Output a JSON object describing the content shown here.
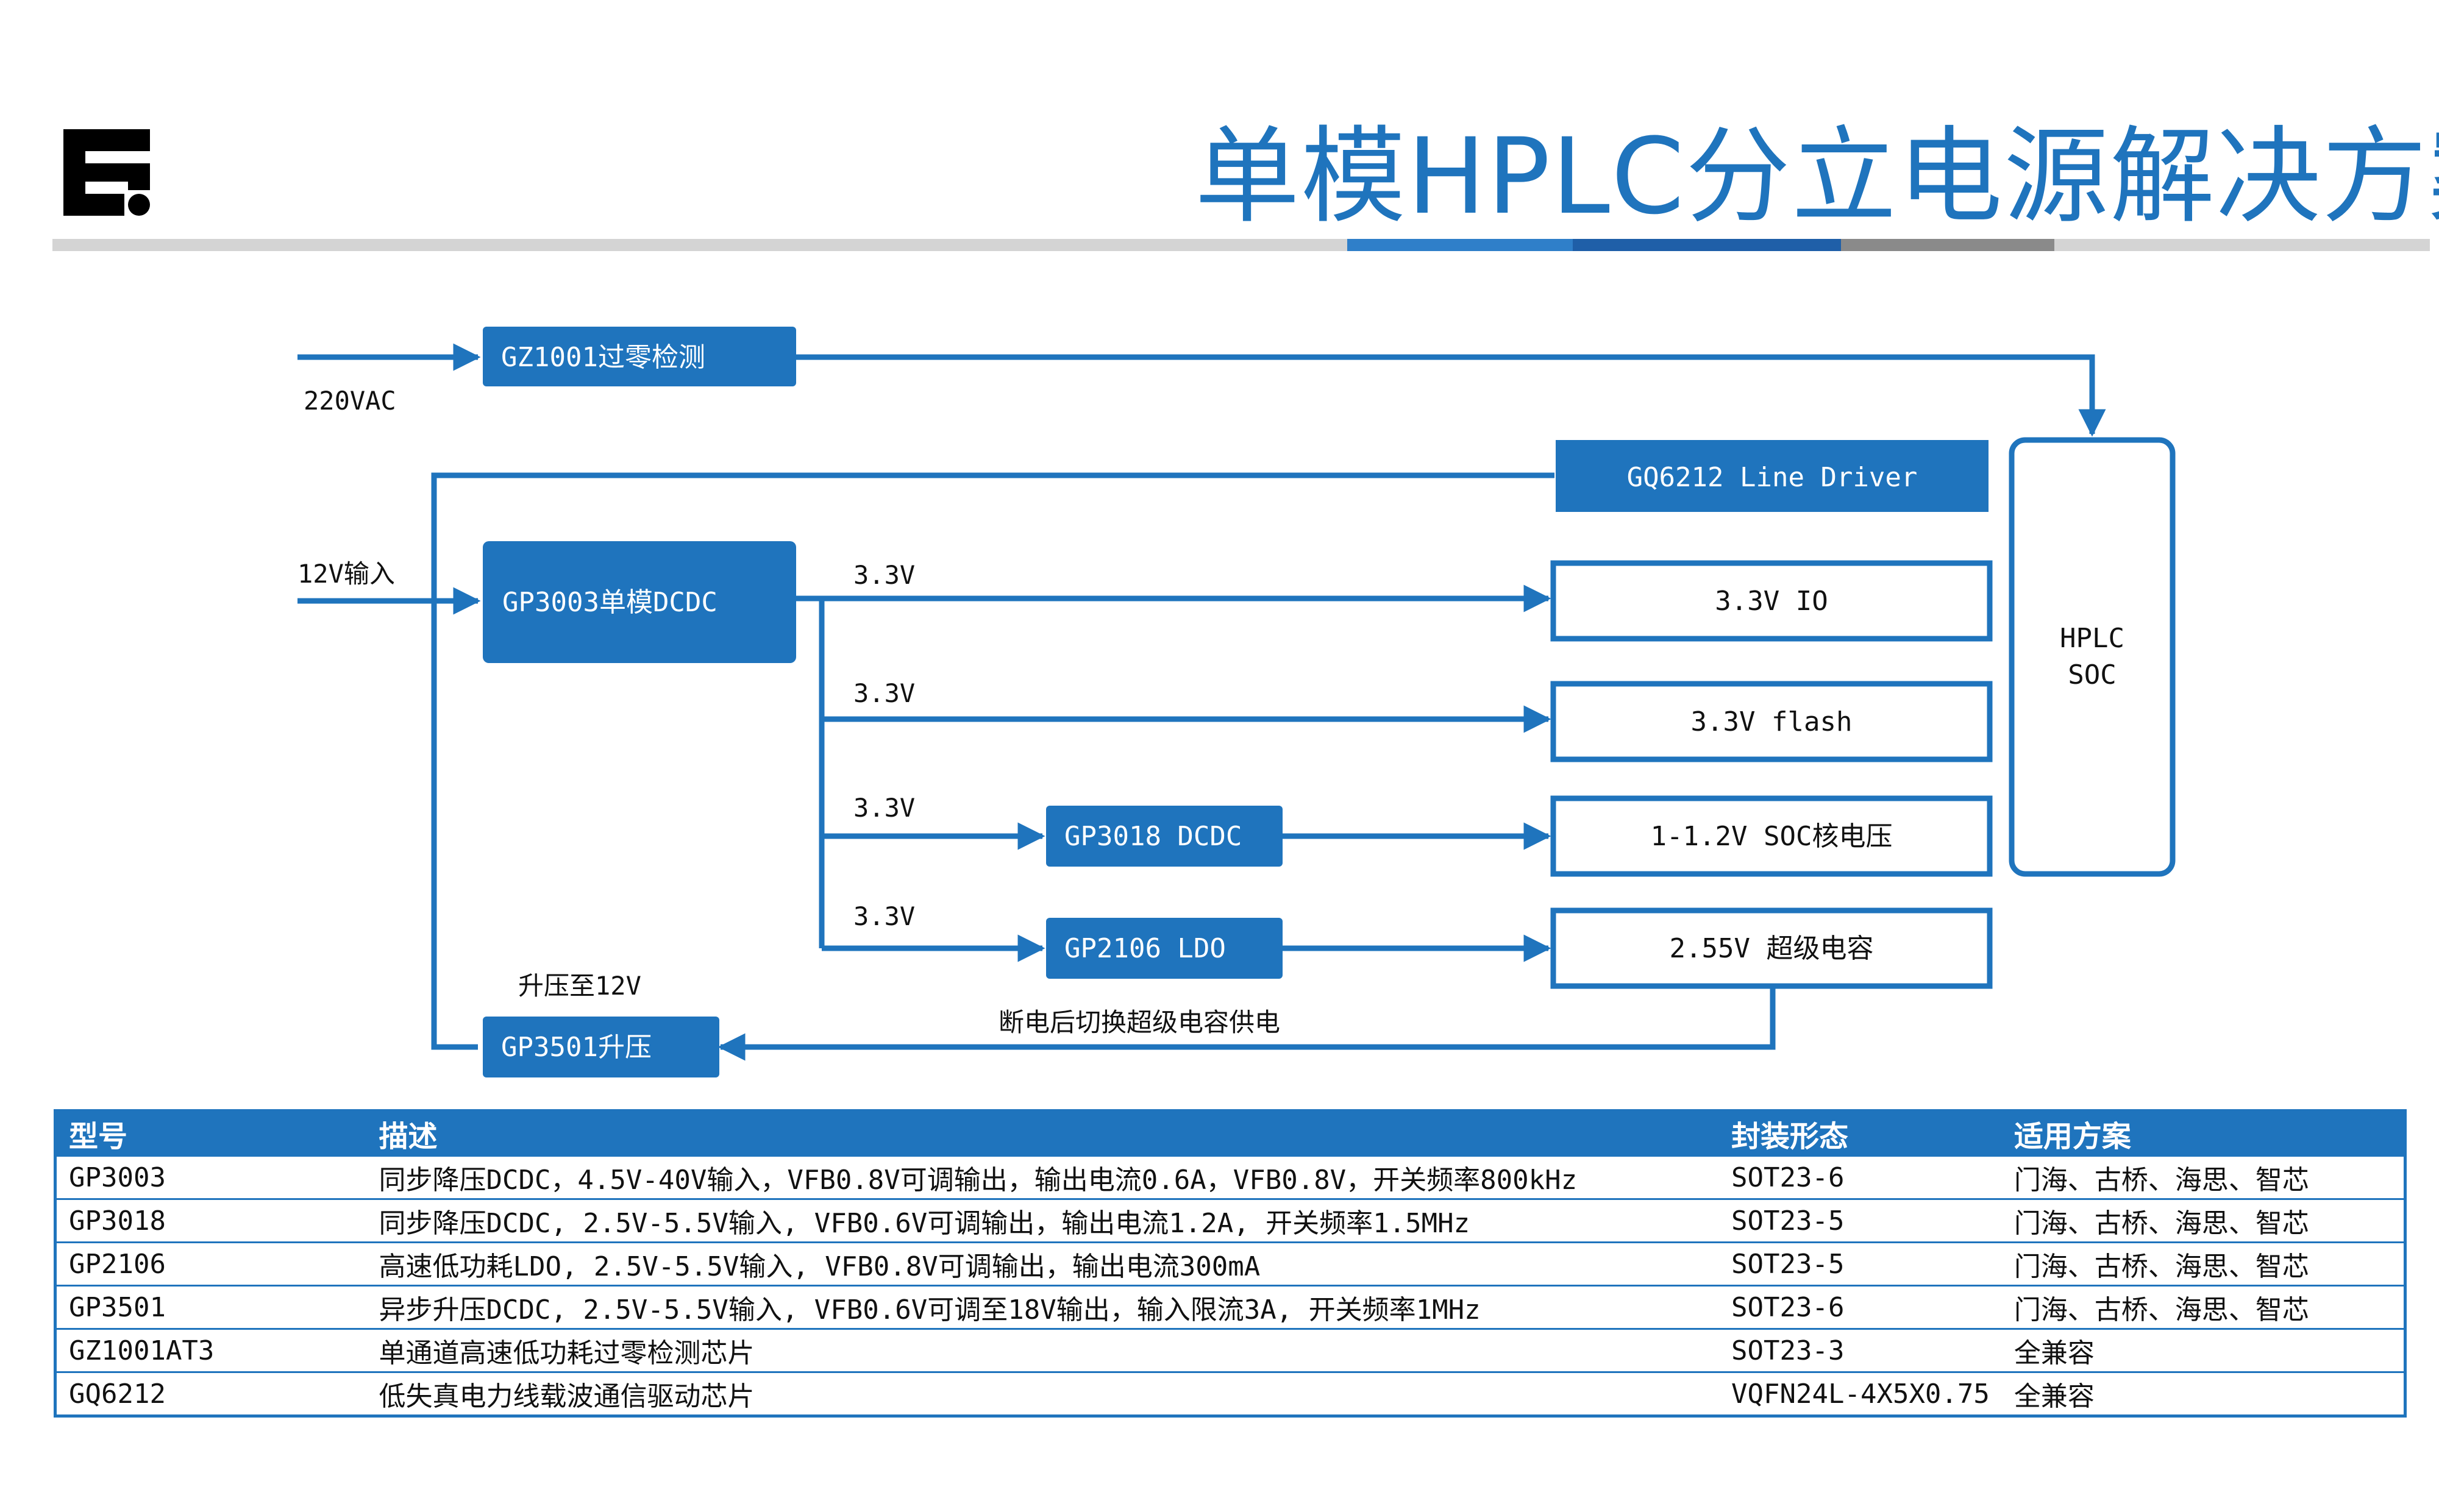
{
  "title": "单模HPLC分立电源解决方案",
  "colors": {
    "accent": "#1f74bd",
    "gray": "#d4d4d4",
    "dark_gray": "#8a8a8a"
  },
  "diagram": {
    "inputs": {
      "ac": "220VAC",
      "dc": "12V输入"
    },
    "nodes": {
      "gz1001": "GZ1001过零检测",
      "gq6212": "GQ6212 Line Driver",
      "gp3003": "GP3003单模DCDC",
      "io": "3.3V IO",
      "flash": "3.3V flash",
      "gp3018": "GP3018 DCDC",
      "soc_core": "1-1.2V SOC核电压",
      "gp2106": "GP2106 LDO",
      "supercap": "2.55V 超级电容",
      "gp3501": "GP3501升压",
      "soc_line1": "HPLC",
      "soc_line2": "SOC"
    },
    "edge_labels": {
      "v1": "3.3V",
      "v2": "3.3V",
      "v3": "3.3V",
      "v4": "3.3V",
      "boost": "升压至12V",
      "switch": "断电后切换超级电容供电"
    }
  },
  "table": {
    "headers": [
      "型号",
      "描述",
      "封装形态",
      "适用方案"
    ],
    "rows": [
      [
        "GP3003",
        "同步降压DCDC，4.5V-40V输入，VFB0.8V可调输出，输出电流0.6A，VFB0.8V，开关频率800kHz",
        "SOT23-6",
        "门海、古桥、海思、智芯"
      ],
      [
        "GP3018",
        "同步降压DCDC, 2.5V-5.5V输入, VFB0.6V可调输出，输出电流1.2A, 开关频率1.5MHz",
        "SOT23-5",
        "门海、古桥、海思、智芯"
      ],
      [
        "GP2106",
        "高速低功耗LDO, 2.5V-5.5V输入, VFB0.8V可调输出，输出电流300mA",
        "SOT23-5",
        "门海、古桥、海思、智芯"
      ],
      [
        "GP3501",
        "异步升压DCDC, 2.5V-5.5V输入, VFB0.6V可调至18V输出，输入限流3A, 开关频率1MHz",
        "SOT23-6",
        "门海、古桥、海思、智芯"
      ],
      [
        "GZ1001AT3",
        "单通道高速低功耗过零检测芯片",
        "SOT23-3",
        "全兼容"
      ],
      [
        "GQ6212",
        "低失真电力线载波通信驱动芯片",
        "VQFN24L-4X5X0.75",
        "全兼容"
      ]
    ]
  }
}
